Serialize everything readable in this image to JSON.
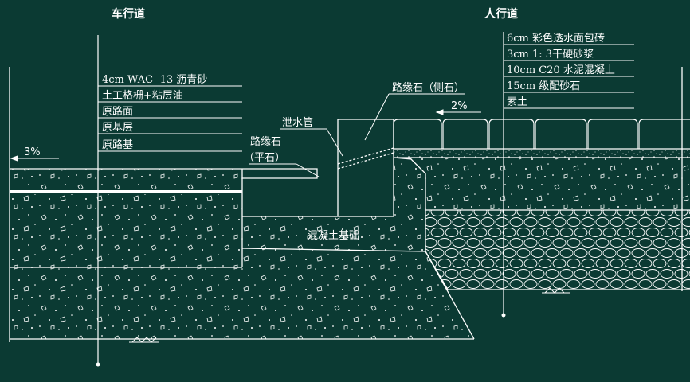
{
  "colors": {
    "background": "#0b3a33",
    "lines": "#ffffff"
  },
  "headings": {
    "carriageway": "车行道",
    "sidewalk": "人行道"
  },
  "road_layers": [
    "4cm WAC -13 沥青砂",
    "土工格栅+粘层油",
    "原路面",
    "原基层",
    "原路基"
  ],
  "sidewalk_layers": [
    "6cm 彩色透水面包砖",
    "3cm 1: 3干硬砂浆",
    "10cm C20 水泥混凝土",
    "15cm 级配砂石",
    "素土"
  ],
  "callouts": {
    "curb_side": "路缘石（侧石）",
    "drain_pipe": "泄水管",
    "curb_flat_line1": "路缘石",
    "curb_flat_line2": "（平石）",
    "concrete_base": "混凝土基础"
  },
  "slopes": {
    "road": "3%",
    "sidewalk": "2%"
  }
}
